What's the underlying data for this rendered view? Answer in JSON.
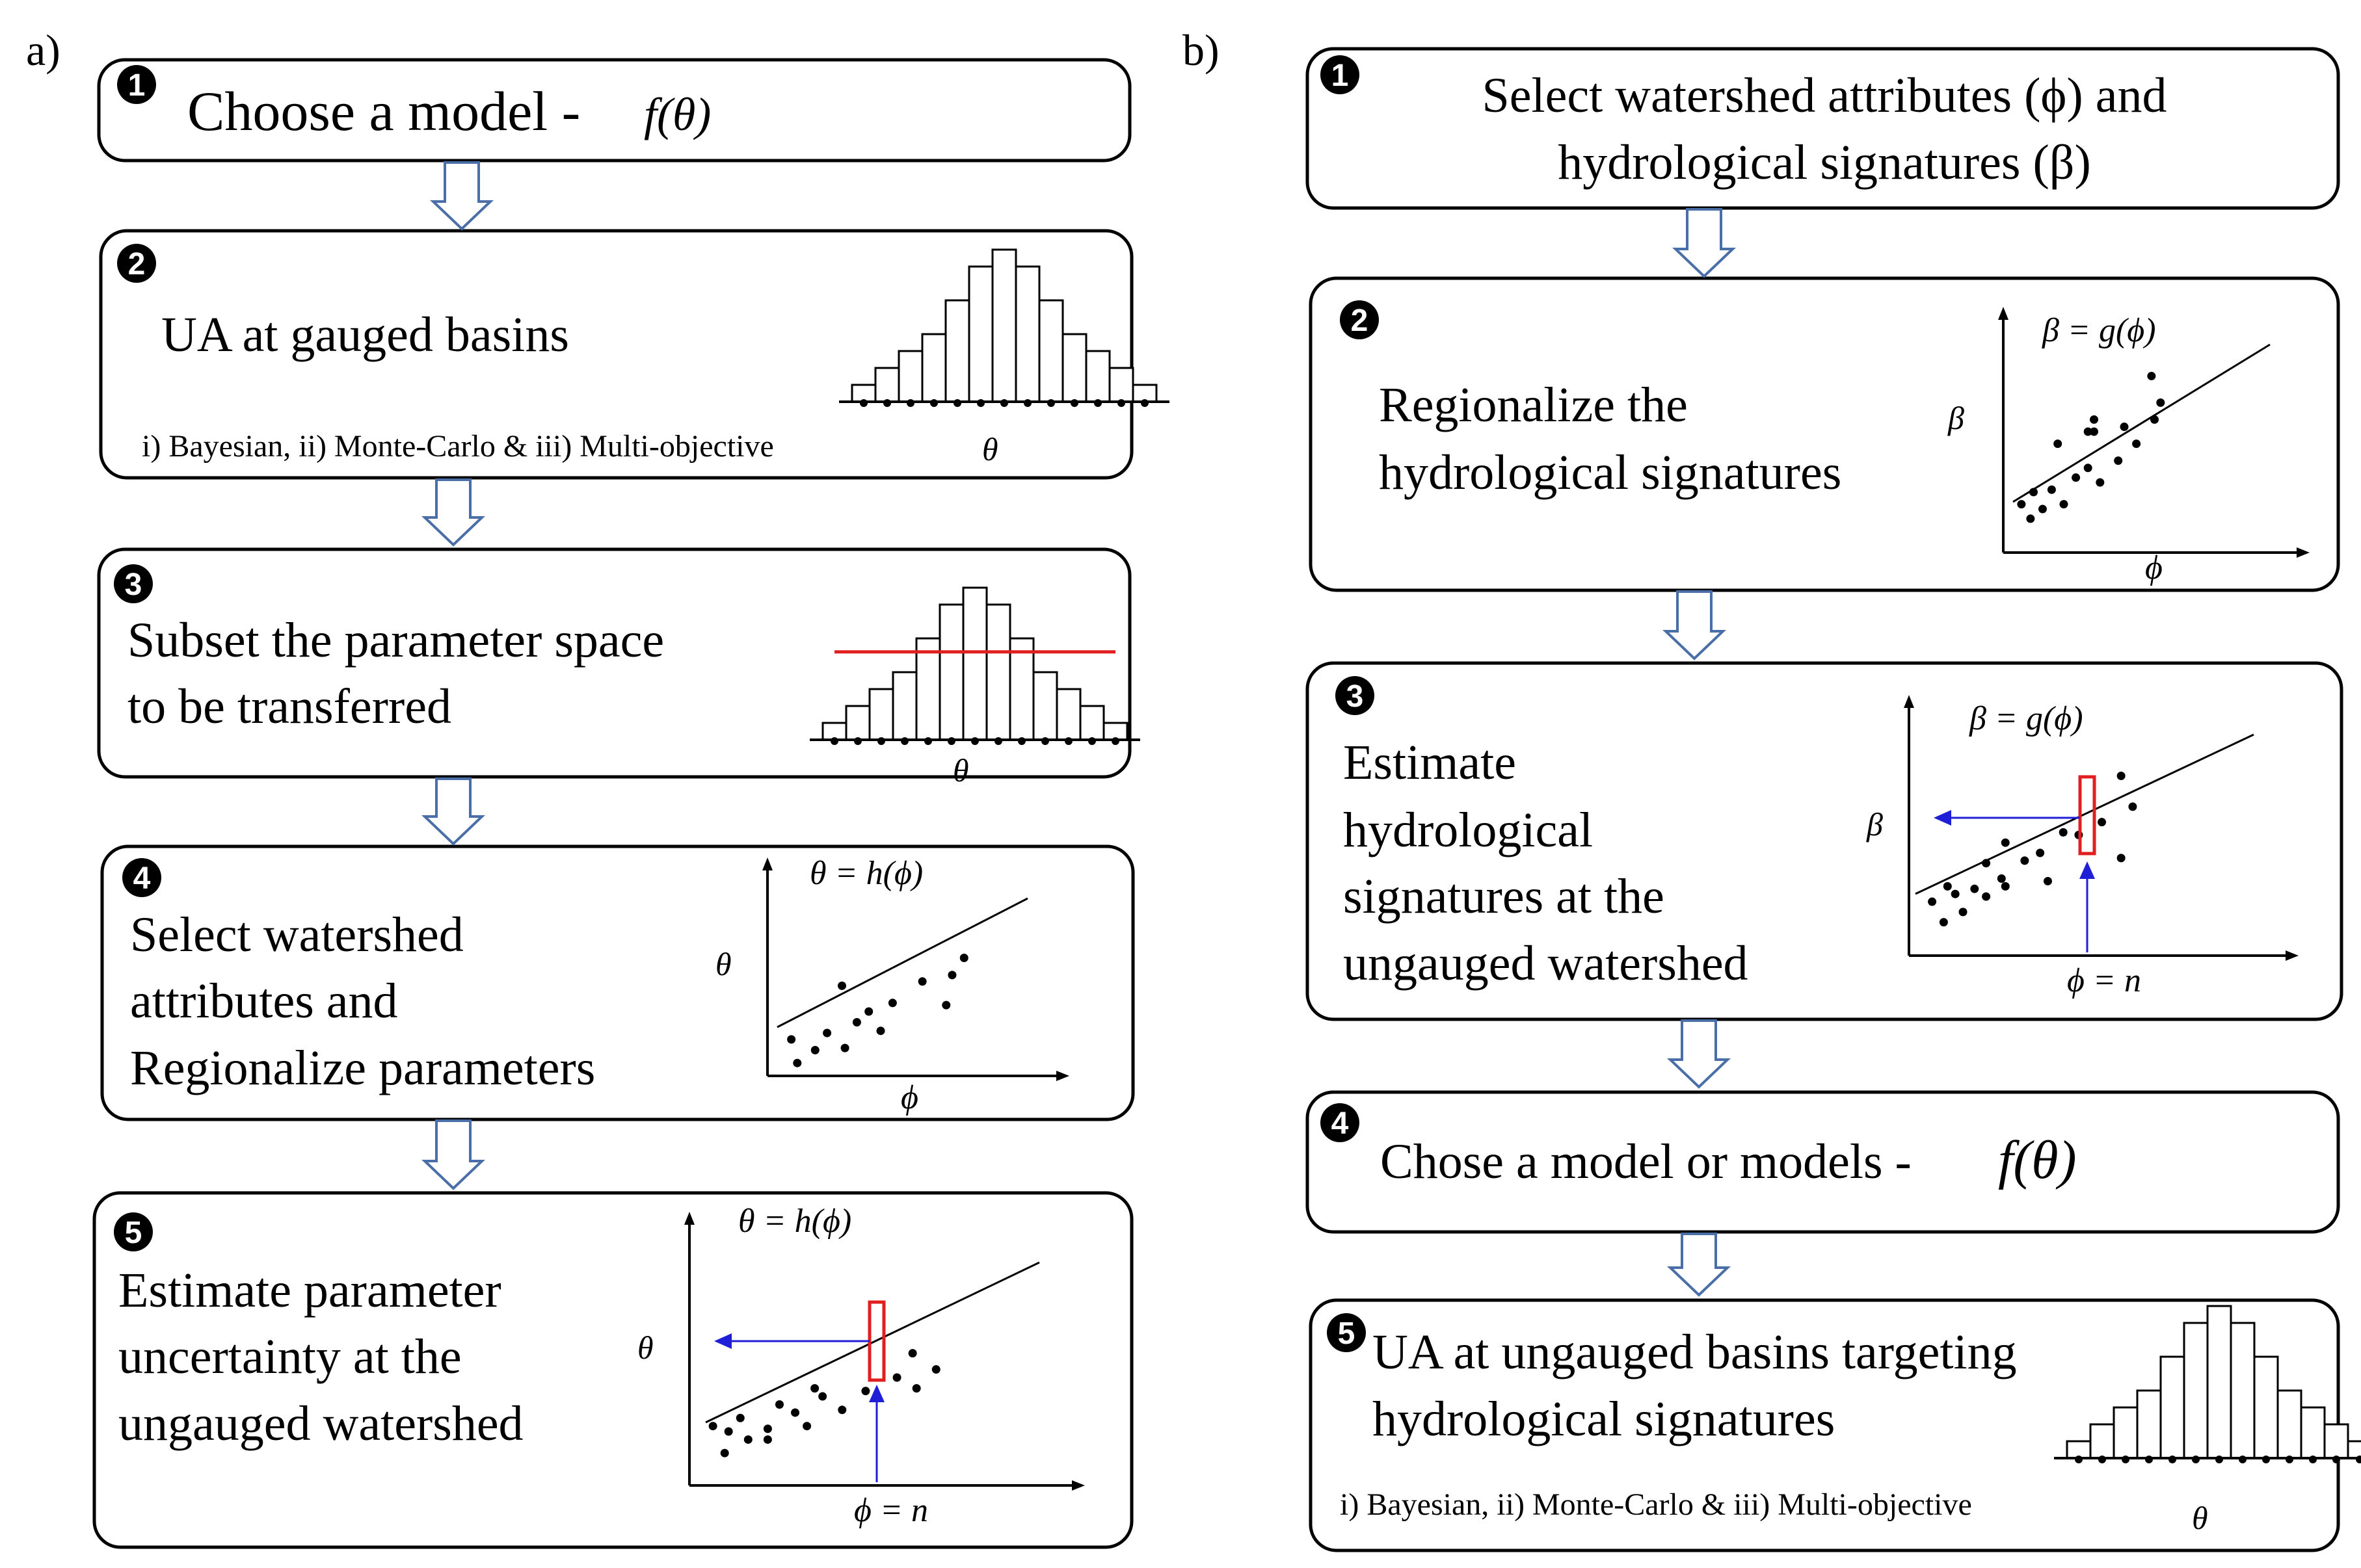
{
  "panels": {
    "a": {
      "label": "a)",
      "steps": [
        {
          "num": "1",
          "lines": [
            "Choose a model - "
          ],
          "math": "f(θ)"
        },
        {
          "num": "2",
          "lines": [
            "UA at gauged basins"
          ],
          "subtext": "i) Bayesian, ii) Monte-Carlo & iii) Multi-objective",
          "axis_x": "θ"
        },
        {
          "num": "3",
          "lines": [
            "Subset the parameter space",
            "to be transferred"
          ],
          "axis_x": "θ"
        },
        {
          "num": "4",
          "lines": [
            "Select watershed",
            "attributes and",
            "Regionalize parameters"
          ],
          "eq": "θ = h(ϕ)",
          "axis_y": "θ",
          "axis_x": "ϕ"
        },
        {
          "num": "5",
          "lines": [
            "Estimate parameter",
            "uncertainty at the",
            "ungauged watershed"
          ],
          "eq": "θ = h(ϕ)",
          "axis_y": "θ",
          "axis_x": "ϕ = n"
        }
      ]
    },
    "b": {
      "label": "b)",
      "steps": [
        {
          "num": "1",
          "lines": [
            "Select watershed attributes (ϕ) and",
            "hydrological signatures (β)"
          ]
        },
        {
          "num": "2",
          "lines": [
            "Regionalize  the",
            "hydrological signatures"
          ],
          "eq": "β = g(ϕ)",
          "axis_y": "β",
          "axis_x": "ϕ"
        },
        {
          "num": "3",
          "lines": [
            "Estimate",
            "hydrological",
            "signatures at the",
            "ungauged watershed"
          ],
          "eq": "β = g(ϕ)",
          "axis_y": "β",
          "axis_x": "ϕ = n"
        },
        {
          "num": "4",
          "lines": [
            "Chose a model or models - "
          ],
          "math": "f(θ)"
        },
        {
          "num": "5",
          "lines": [
            "UA at ungauged basins targeting",
            "hydrological signatures"
          ],
          "subtext": "i) Bayesian, ii) Monte-Carlo & iii) Multi-objective",
          "axis_x": "θ"
        }
      ]
    }
  },
  "histogram_bars": [
    1,
    2,
    3,
    4,
    6,
    8,
    9,
    8,
    6,
    4,
    3,
    2,
    1
  ],
  "colors": {
    "stroke": "#000000",
    "threshold_line": "#e02020",
    "highlight_box": "#e02020",
    "arrow_blue": "#1f1fd8",
    "flow_arrow": "#4a6fa8"
  }
}
